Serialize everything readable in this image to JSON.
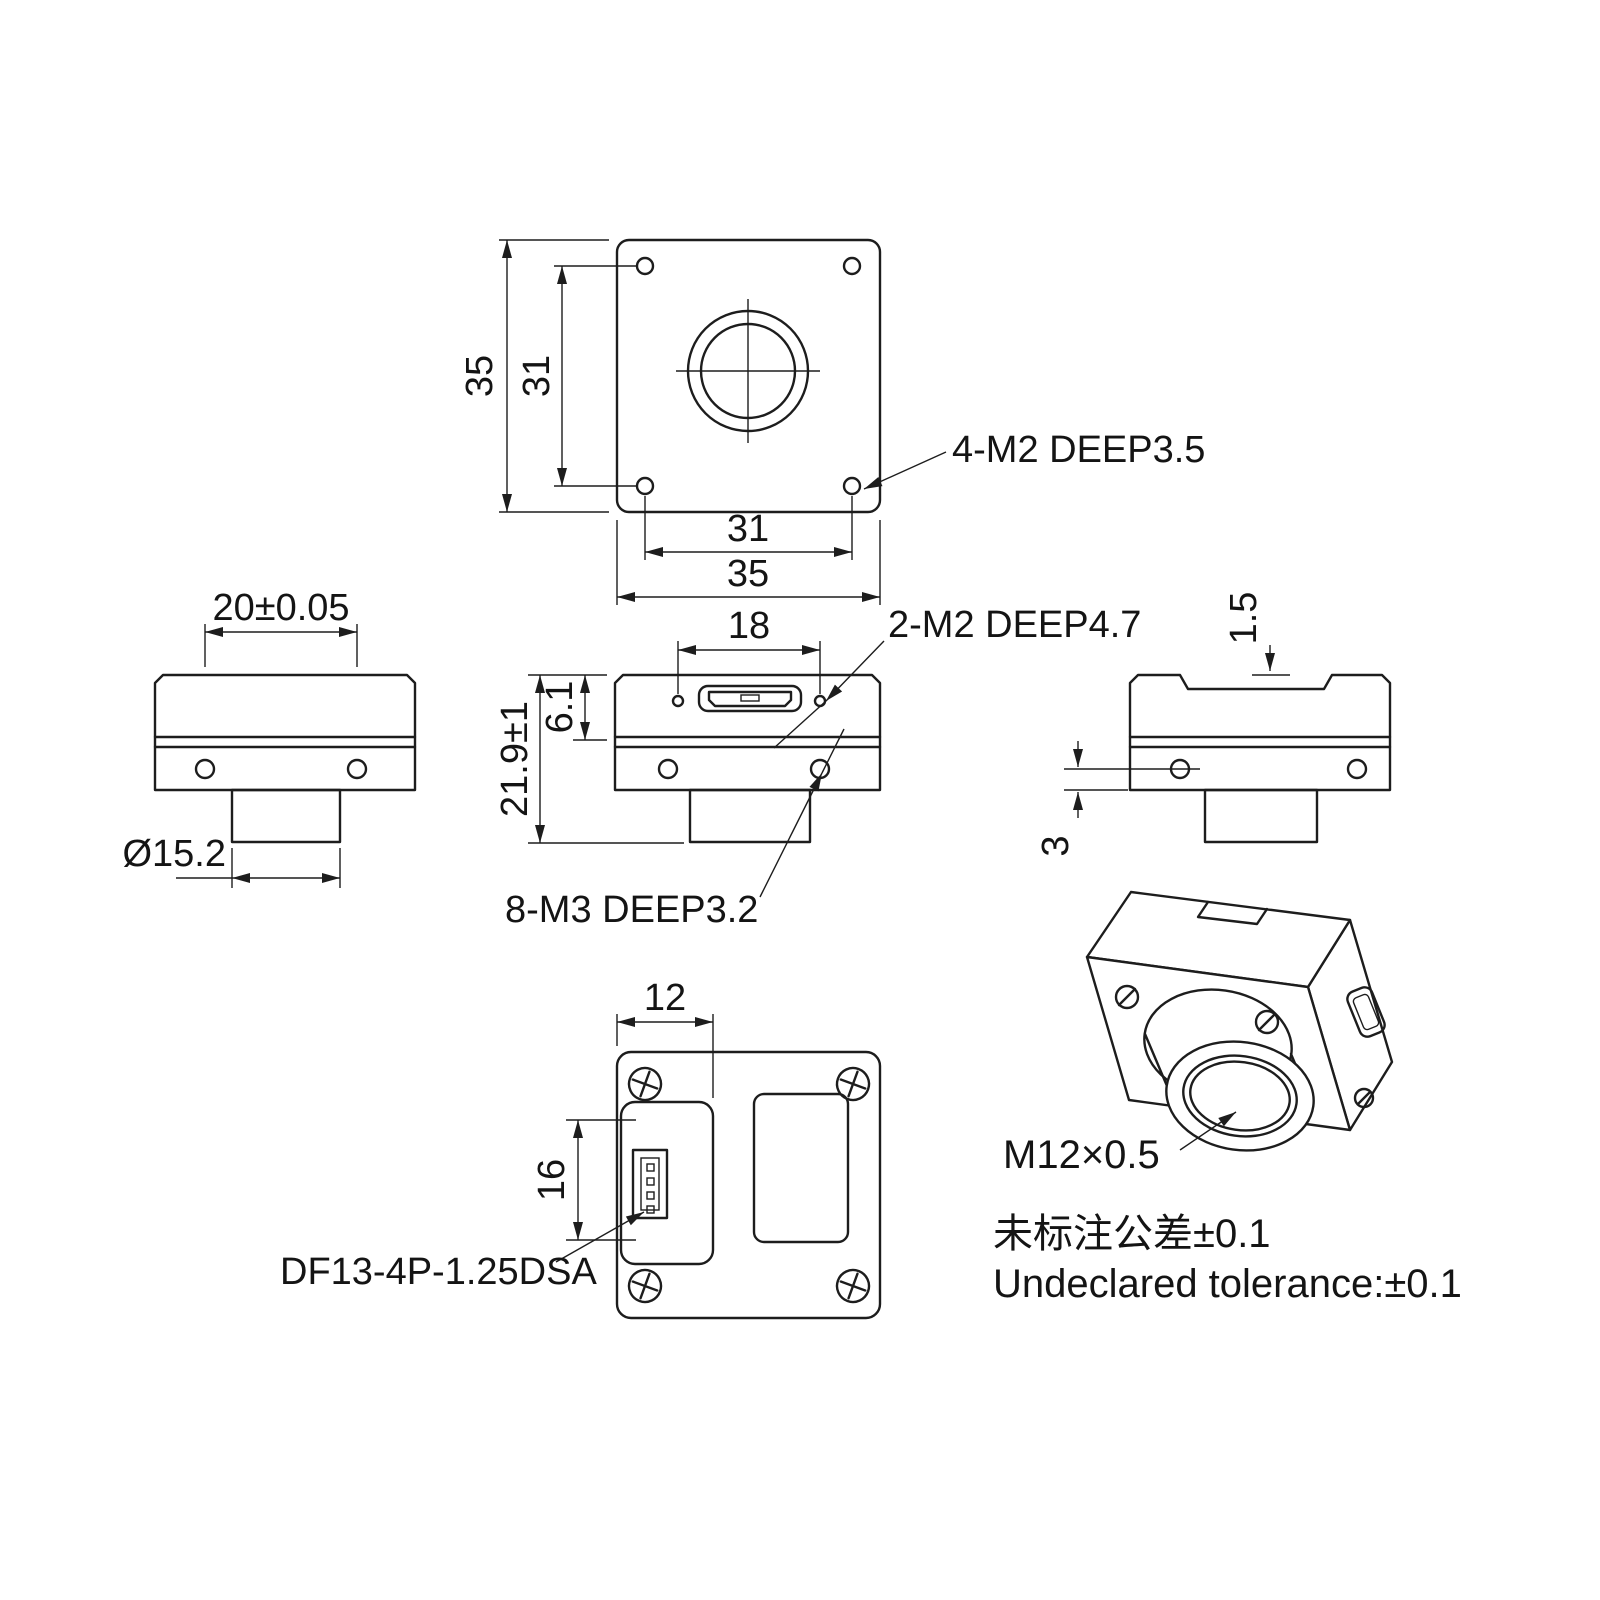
{
  "meta": {
    "background": "#ffffff",
    "line_color": "#1d1d1d"
  },
  "front_view": {
    "dim_height_outer": "35",
    "dim_height_holes": "31",
    "dim_width_holes": "31",
    "dim_width_outer": "35",
    "callout_corner_holes": "4-M2 DEEP3.5"
  },
  "left_view": {
    "dim_hole_pitch": "20±0.05",
    "dim_lens_diameter": "Ø15.2"
  },
  "side_view": {
    "dim_top_hole_pitch": "18",
    "dim_overall_height": "21.9±1",
    "dim_top_section": "6.1",
    "callout_top_holes": "2-M2 DEEP4.7",
    "callout_side_holes": "8-M3 DEEP3.2"
  },
  "right_view": {
    "dim_recess_depth": "1.5",
    "dim_step": "3"
  },
  "back_view": {
    "dim_connector_offset": "12",
    "dim_connector_span": "16",
    "callout_connector": "DF13-4P-1.25DSA"
  },
  "iso_view": {
    "callout_lens_thread": "M12×0.5"
  },
  "notes": {
    "tolerance_cn": "未标注公差±0.1",
    "tolerance_en": "Undeclared tolerance:±0.1"
  }
}
